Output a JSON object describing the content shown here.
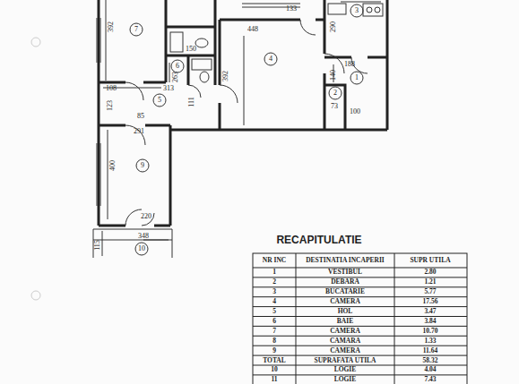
{
  "diagram": {
    "title": "RECAPITULATIE",
    "labels": [
      "392",
      "7",
      "150",
      "448",
      "133",
      "290",
      "3",
      "4",
      "392",
      "263",
      "188",
      "140",
      "1",
      "2",
      "6",
      "5",
      "108",
      "313",
      "123",
      "85",
      "111",
      "291",
      "400",
      "9",
      "220",
      "348",
      "115",
      "10",
      "73",
      "100",
      "NR INC",
      "DESTINATIA INCAPERII",
      "SUPR UTILA",
      "1",
      "VESTIBUL",
      "2.80",
      "2",
      "DEBARA",
      "1.21",
      "3",
      "BUCATARIE",
      "5.77",
      "4",
      "CAMERA",
      "17.56",
      "5",
      "HOL",
      "3.47",
      "6",
      "BAIE",
      "3.84",
      "7",
      "CAMERA",
      "10.70",
      "8",
      "CAMARA",
      "1.33",
      "9",
      "CAMERA",
      "11.64",
      "TOTAL",
      "SUPRAFATA UTILA",
      "58.32",
      "10",
      "LOGIE",
      "4.04",
      "11",
      "LOGIE",
      "7.43"
    ]
  }
}
